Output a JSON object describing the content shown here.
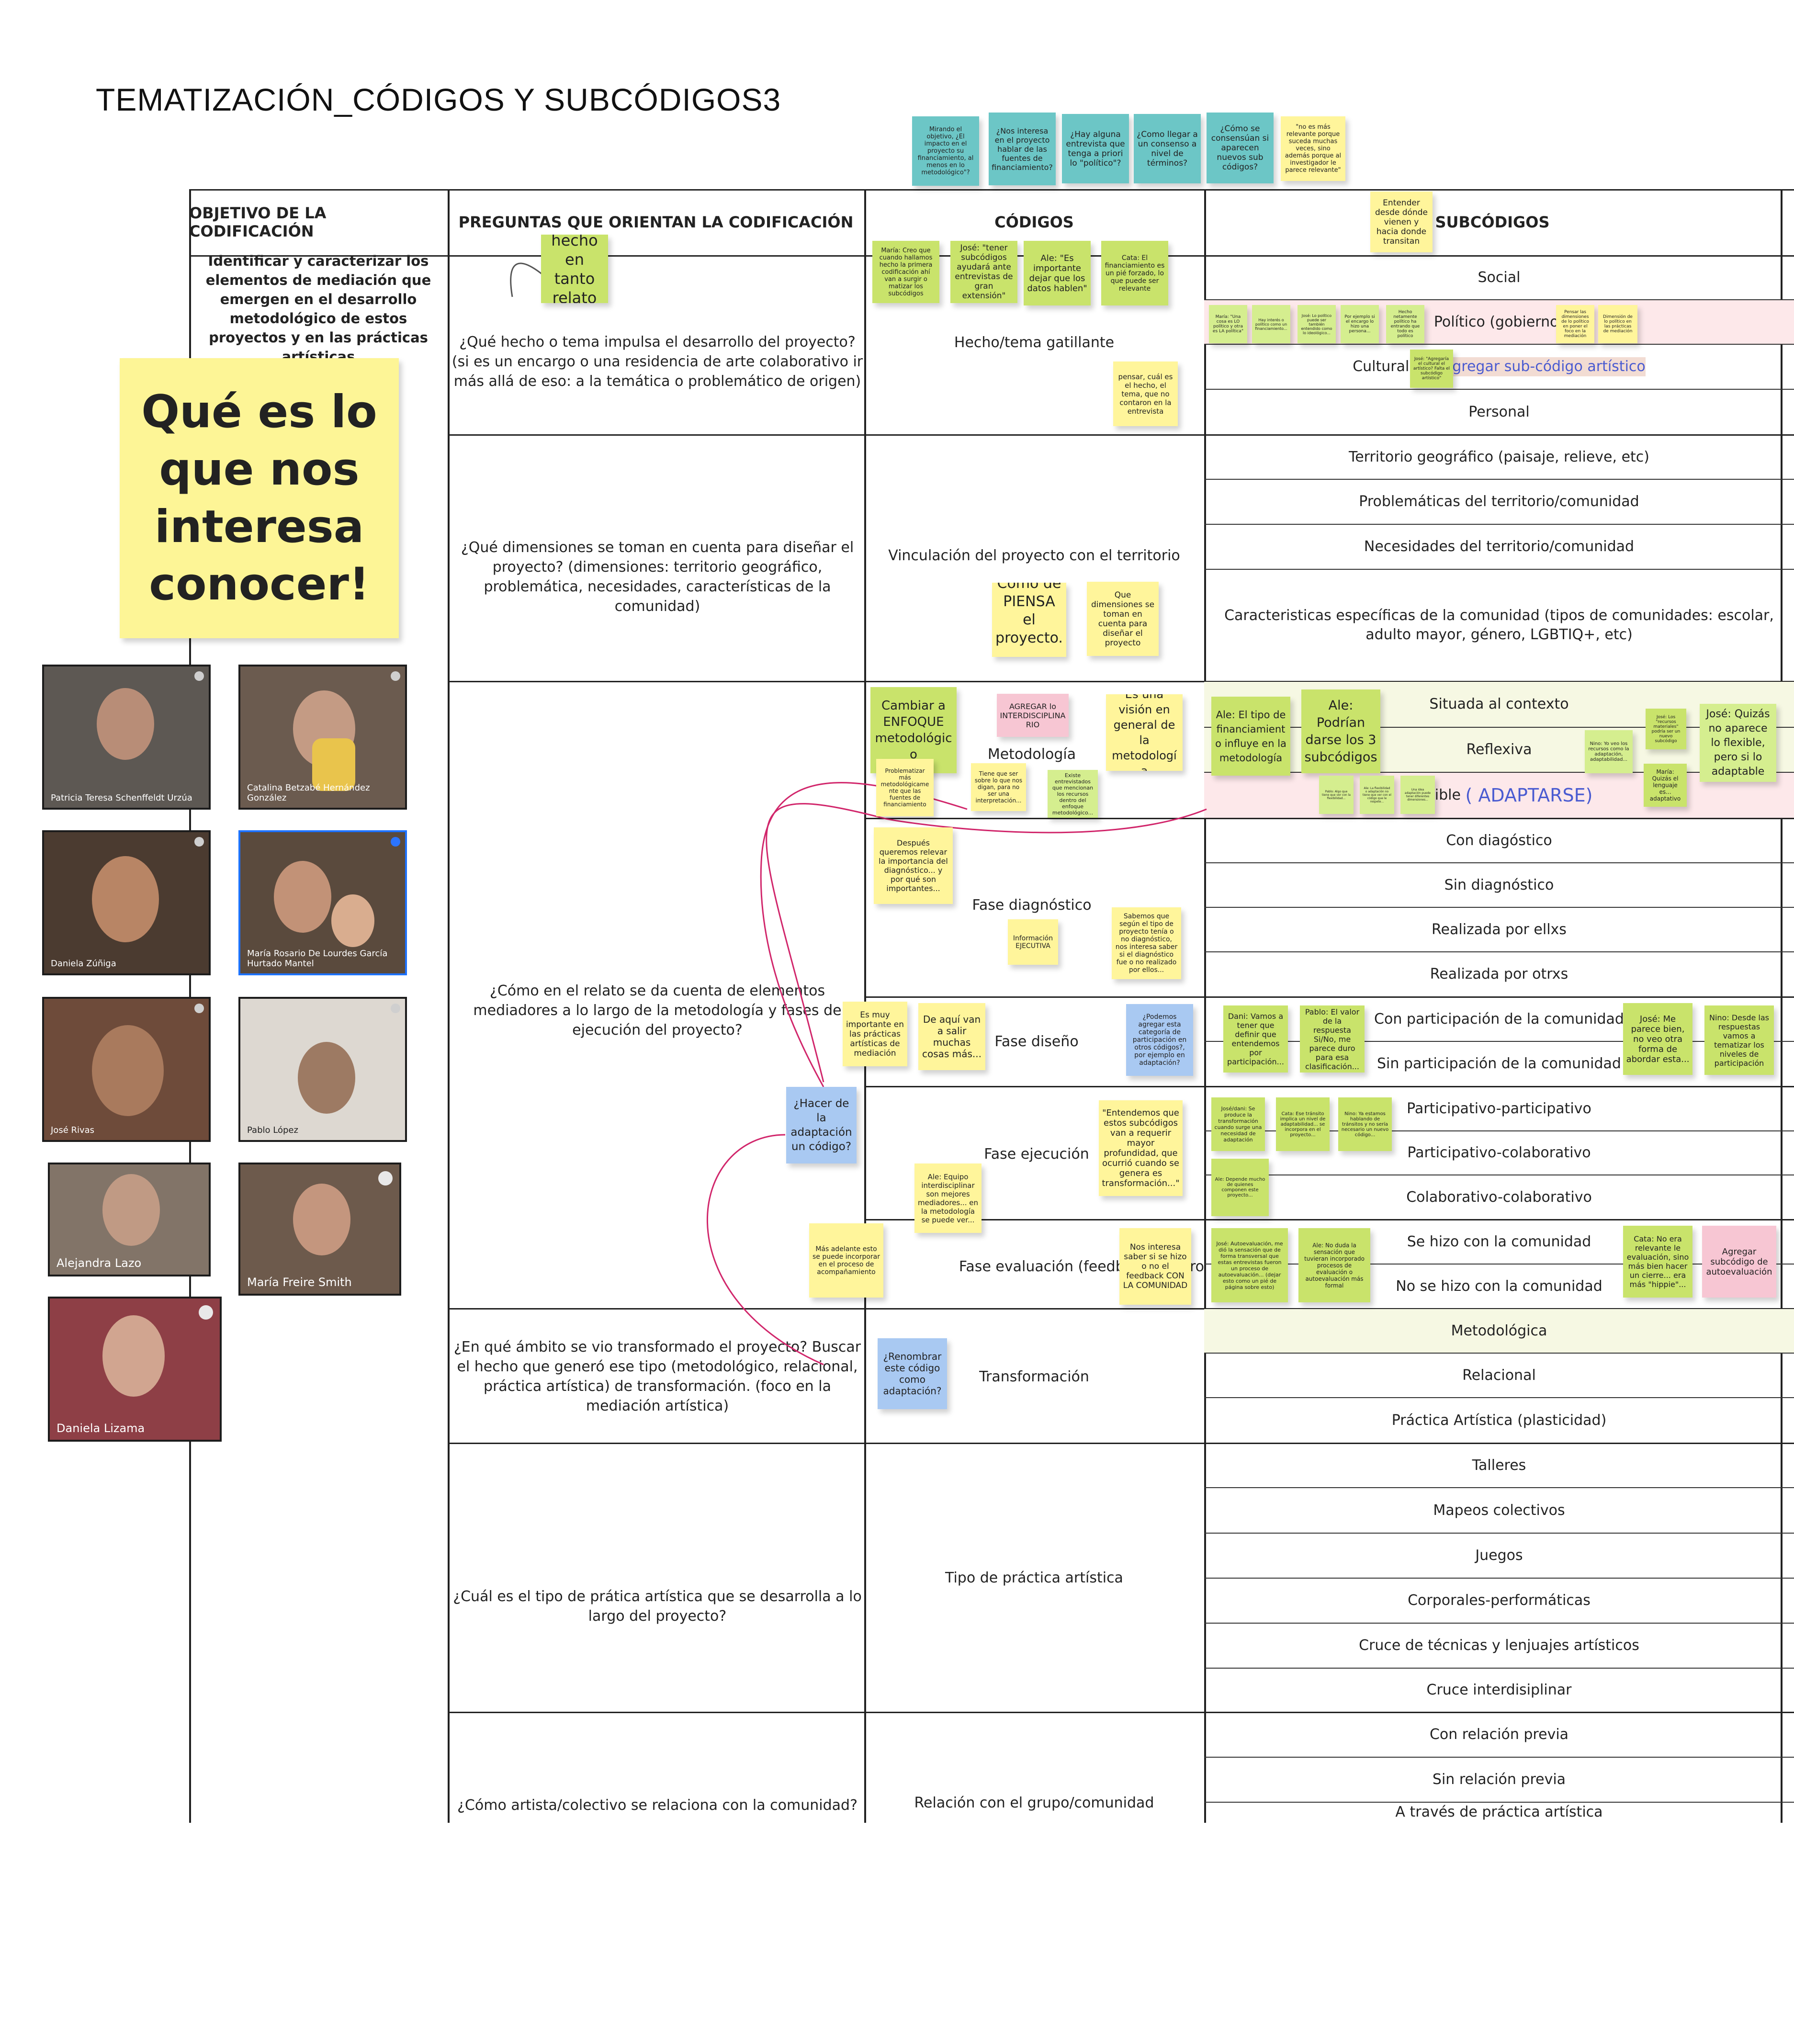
{
  "title": "TEMATIZACIÓN_CÓDIGOS Y SUBCÓDIGOS3",
  "big_note": "Qué es lo que nos interesa conocer!",
  "headers": {
    "objetivo": "OBJETIVO DE LA CODIFICACIÓN",
    "preguntas": "PREGUNTAS QUE ORIENTAN LA CODIFICACIÓN",
    "codigos": "CÓDIGOS",
    "subcodigos": "SUBCÓDIGOS"
  },
  "objetivo_text": "Identificar y caracterizar los elementos de mediación que emergen en el desarrollo metodológico de estos proyectos y en las prácticas artísticas",
  "questions": {
    "q1": "¿Qué hecho o tema impulsa el desarrollo del proyecto? (si es un encargo o una residencia de arte colaborativo ir más allá de eso: a la temática o problemático de origen)",
    "q2": "¿Qué dimensiones se toman en cuenta para diseñar el proyecto? (dimensiones: territorio geográfico, problemática, necesidades, características de la comunidad)",
    "q3": "¿Cómo en el relato se da cuenta de elementos mediadores a lo largo de la metodología y fases de ejecución del proyecto?",
    "q4": "¿En qué ámbito se vio transformado el proyecto? Buscar el hecho que generó ese tipo (metodológico, relacional, práctica artística) de transformación. (foco en la mediación artística)",
    "q5": "¿Cuál es el tipo de prática artística que se desarrolla a lo largo del proyecto?",
    "q6": "¿Cómo artista/colectivo se relaciona con la comunidad?"
  },
  "codes": {
    "c1": "Hecho/tema gatillante",
    "c2": "Vinculación del proyecto con el territorio",
    "c3": "Metodología",
    "c4": "Fase diagnóstico",
    "c5": "Fase diseño",
    "c6": "Fase ejecución",
    "c7": "Fase evaluación (feedback del pro",
    "c8": "Transformación",
    "c9": "Tipo de práctica artística",
    "c10": "Relación con el grupo/comunidad"
  },
  "subcodes": {
    "s1": "Social",
    "s2": "Político (gobierno)",
    "s3": "Cultural",
    "s3b": ">> Agregar sub-código artístico",
    "s4": "Personal",
    "s5": "Territorio geográfico (paisaje, relieve, etc)",
    "s6": "Problemáticas del territorio/comunidad",
    "s7": "Necesidades del territorio/comunidad",
    "s8": "Caracteristicas específicas de la comunidad (tipos de comunidades: escolar, adulto mayor, género, LGBTIQ+, etc)",
    "s9": "Situada al contexto",
    "s10": "Reflexiva",
    "s11": "Flexible",
    "s11b": "( ADAPTARSE)",
    "s12": "Con diagóstico",
    "s13": "Sin diagnóstico",
    "s14": "Realizada por ellxs",
    "s15": "Realizada por otrxs",
    "s16": "Con participación de la comunidad",
    "s17": "Sin participación de la comunidad",
    "s18": "Participativo-participativo",
    "s19": "Participativo-colaborativo",
    "s20": "Colaborativo-colaborativo",
    "s21": "Se hizo con la comunidad",
    "s22": "No se hizo con la comunidad",
    "s23": "Metodológica",
    "s24": "Relacional",
    "s25": "Práctica Artística (plasticidad)",
    "s26": "Talleres",
    "s27": "Mapeos colectivos",
    "s28": "Juegos",
    "s29": "Corporales-performáticas",
    "s30": "Cruce de técnicas y lenjuajes artísticos",
    "s31": "Cruce interdisiplinar",
    "s32": "Con relación previa",
    "s33": "Sin relación previa",
    "s34": "A través de práctica artística"
  },
  "notes": {
    "top1": "Mirando el objetivo, ¿El impacto en el proyecto su financiamiento, al menos en lo metodológico\"?",
    "top2": "¿Nos interesa en el proyecto hablar de las fuentes de financiamiento?",
    "top3": "¿Hay alguna entrevista que tenga a priori lo \"político\"?",
    "top4": "¿Como llegar a un consenso a nivel de términos?",
    "top5": "¿Cómo se consensúan si aparecen nuevos sub códigos?",
    "top6": "\"no es más relevante porque suceda muchas veces, sino además porque al investigador le parece relevante\"",
    "entender": "Entender desde dónde vienen y hacia donde transitan",
    "hecho": "hecho en tanto relato",
    "maria1": "María: Creo que cuando hallamos hecho la primera codificación ahí van a surgir o matizar los subcódigos",
    "jose1": "José: \"tener subcódigos ayudará ante entrevistas de gran extensión\"",
    "ale1": "Ale: \"Es importante dejar que los datos hablen\"",
    "cata1": "Cata: El financiamiento es un pié forzado, lo que puede ser relevante",
    "pensar": "pensar, cuál es el hecho, el tema, que no contaron en la entrevista",
    "pol1": "María: \"Una cosa es LO político y otra es LA política\"",
    "pol2": "Hay interés o político como un financiamiento...",
    "pol3": "José: Lo político puede ser también entendido como lo ideológico...",
    "pol4": "Por ejemplo si el encargo lo hizo una persona...",
    "pol5": "Hecho netamente político ha entrando que todo es político",
    "pol6": "Pensar las dimensiones de lo político en poner el foco en la mediación",
    "pol7": "Dimensión de lo político en las prácticas de mediación",
    "jose_cult": "José: \"Agregaría el cultural el artístico? Falta el subcódigo artístico\"",
    "piensa": "Cómo de PIENSA el proyecto...",
    "quedim": "Que dimensiones se toman en cuenta para diseñar el proyecto",
    "cambiar": "Cambiar a ENFOQUE metodológico",
    "agregar_inter": "AGREGAR lo INTERDISCIPLINARIO",
    "vision": "Es una visión en general de la metodología",
    "prob_fin": "Problematizar más metodológicamente que las fuentes de financiamiento",
    "tiene_que": "Tiene que ser sobre lo que nos digan, para no ser una interpretación...",
    "existe": "Existe entrevistados que mencionan los recursos dentro del enfoque metodológico...",
    "ale_tipo": "Ale: El tipo de financiamiento influye en la metodología",
    "ale_podrian": "Ale: Podrían darse los 3 subcódigos",
    "small1": "Pablo: Algo que tiene que ver con la flexibilidad...",
    "small2": "Ale: La flexibilidad o adaptación no tiene que ver con el código que le respete...",
    "small3": "Una idea adaptación puede tener diferentes dimensiones...",
    "jose_recursos": "José: Los \"recursos materiales\" podría ser un nuevo subcódigo",
    "nino1": "Nino: Yo veo los recursos como la adaptación, adaptabilidad...",
    "maria_leng": "María: Quizás el lenguaje es... adaptativo",
    "jose_quizas": "José: Quizás no aparece lo flexible, pero si lo adaptable",
    "despues": "Después queremos relevar la importancia del diagnóstico... y por qué son importantes...",
    "info_ejec": "Información EJECUTIVA",
    "sabemos": "Sabemos que según el tipo de proyecto tenía o no diagnóstico, nos interesa saber si el diagnóstico fue o no realizado por ellos...",
    "es_muy": "Es muy importante en las prácticas artísticas de mediación",
    "de_aqui": "De aquí van a salir muchas cosas más...",
    "podemos": "¿Podemos agregar esta categoría de participación en otros códigos?, por ejemplo en adaptación?",
    "dani": "Dani: Vamos a tener que definir que entendemos por participación...",
    "pablo": "Pablo: El valor de la respuesta Si/No, me parece duro para esa clasificación...",
    "jose_me": "José: Me parece bien, no veo otra forma de abordar esta...",
    "nino_desde": "Nino: Desde las respuestas vamos a tematizar los niveles de participación",
    "hacer": "¿Hacer de la adaptación un código?",
    "entendemos": "\"Entendemos que estos subcódigos van a requerir mayor profundidad, que ocurrió cuando se genera es transformación...\"",
    "ale_equipo": "Ale: Equipo interdisciplinar son mejores mediadores... en la metodología se puede ver...",
    "josefda": "José/dani: Se produce la transformación cuando surge una necesidad de adaptación",
    "cata_transito": "Cata: Ese tránsito implica un nivel de adaptabilidad... se incorpora en el proyecto...",
    "nino_estamos": "Nino: Ya estamos hablando de tránsitos y no sería necesario un nuevo código...",
    "ale_depende": "Ale: Depende mucho de quienes componen este proyecto...",
    "mas_adelante": "Más adelante esto se puede incorporar en el proceso de acompañamiento",
    "nos_interesa": "Nos interesa saber si se hizo o no el feedback CON LA COMUNIDAD",
    "jose_auto": "José: Autoevaluación, me dió la sensación que de forma transversal que estas entrevistas fueron un proceso de autoevaluación... (dejar esto como un pié de página sobre esto)",
    "ale_duda": "Ale: No duda la sensación que tuvieran incorporado procesos de evaluación o autoevaluación más formal",
    "cata_no": "Cata: No era relevante le evaluación, sino más bien hacer un cierre... era más \"hippie\"...",
    "agregar_auto": "Agregar subcódigo de autoevaluación",
    "renombrar": "¿Renombrar este código como adaptación?"
  },
  "participants": [
    "Patricia Teresa Schenffeldt Urzúa",
    "Catalina Betzabé Hernández González",
    "Daniela Zúñiga",
    "María Rosario De Lourdes García Hurtado Mantel",
    "José Rivas",
    "Pablo López",
    "Alejandra Lazo",
    "María Freire Smith",
    "Daniela Lizama"
  ],
  "colors": {
    "yellow": "#fff59b",
    "green": "#c9e36b",
    "teal": "#6cc6c6",
    "blue": "#a9c9f2",
    "pink": "#f7c6d3",
    "arrow": "#d1266b"
  }
}
